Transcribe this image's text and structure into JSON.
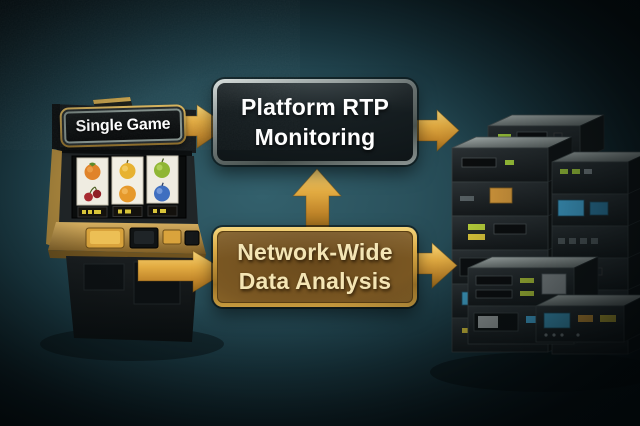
{
  "machine": {
    "label": "Single Game"
  },
  "platform_box": {
    "line1": "Platform RTP",
    "line2": "Monitoring"
  },
  "network_box": {
    "line1": "Network-Wide",
    "line2": "Data Analysis"
  },
  "icons": {
    "slot_machine": "slot-machine-icon",
    "server_stack": "server-stack-icon",
    "reel_symbols": [
      "tomato-icon",
      "cherries-icon",
      "yellow-fruit-icon",
      "orange-icon",
      "green-apple-icon",
      "blue-apple-icon"
    ],
    "arrows": [
      "arrow-machine-to-platform",
      "arrow-platform-to-servers",
      "arrow-network-to-platform",
      "arrow-machine-to-network",
      "arrow-network-to-servers"
    ]
  },
  "colors": {
    "background_center": "#2f5661",
    "background_edge": "#081114",
    "arrow_gold": "#dfa63e",
    "platform_box_background": "#11181b",
    "platform_box_border_metal": "#9fa8a7",
    "network_box_background": "#7c5a22",
    "network_box_border_gold": "#d8a944",
    "platform_text": "#ffffff",
    "network_text": "#f4e5b4",
    "machine_sign_text": "#ffffff"
  }
}
